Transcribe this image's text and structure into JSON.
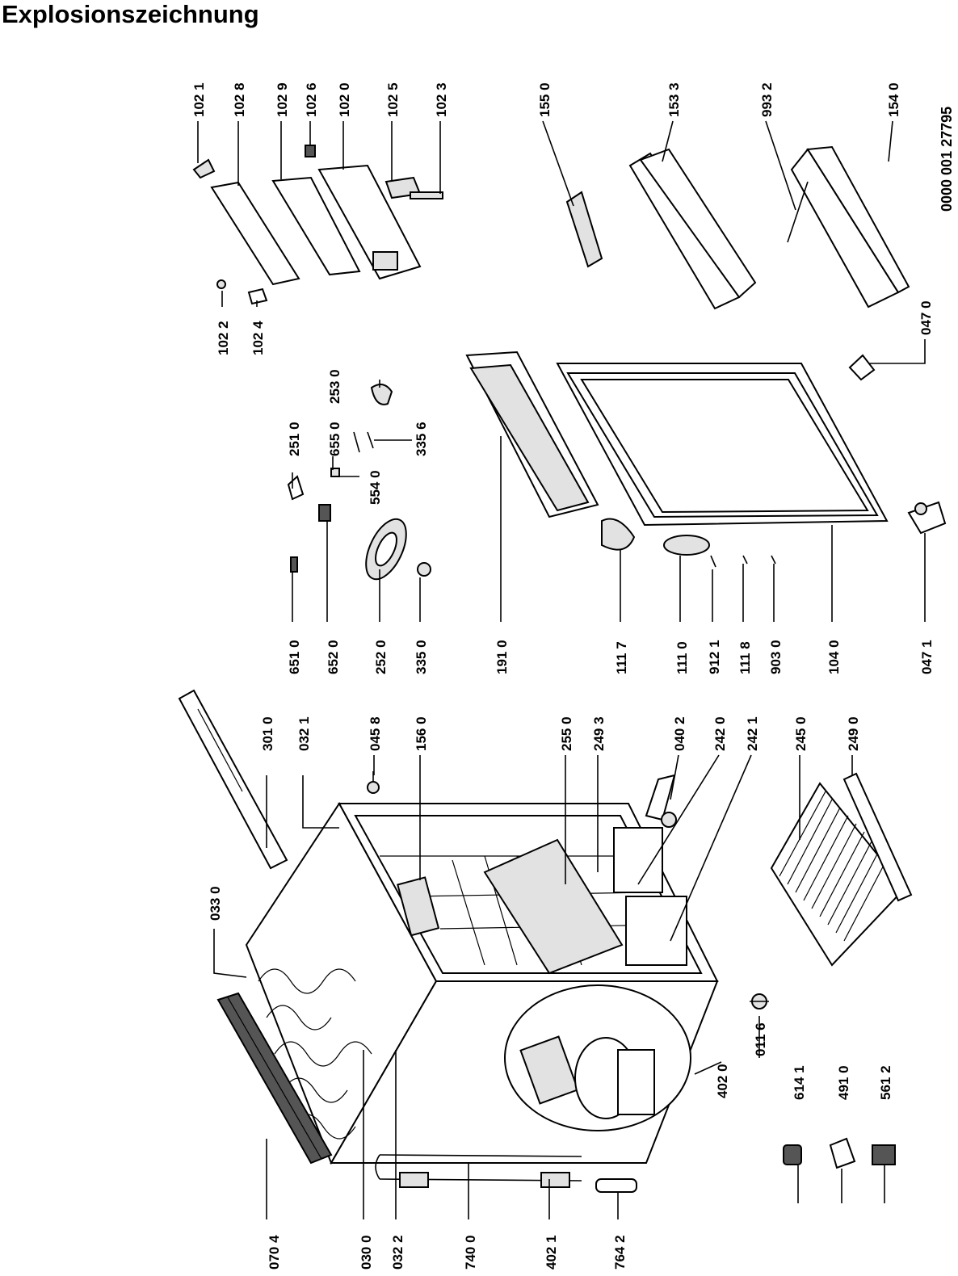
{
  "title": "Explosionszeichnung",
  "document_code": "0000 001 27795",
  "labels": {
    "p0704": "070 4",
    "p0300": "030 0",
    "p0322": "032 2",
    "p7400": "740 0",
    "p4021": "402 1",
    "p7642": "764 2",
    "p0330": "033 0",
    "p3010": "301 0",
    "p0321": "032 1",
    "p0458": "045 8",
    "p1560": "156 0",
    "p2550": "255 0",
    "p2493": "249 3",
    "p0402": "040 2",
    "p2420": "242 0",
    "p2421": "242 1",
    "p2450": "245 0",
    "p2490": "249 0",
    "p4020": "402 0",
    "p0116": "011 6",
    "p6141": "614 1",
    "p4910": "491 0",
    "p5612": "561 2",
    "p6510": "651 0",
    "p6520": "652 0",
    "p2520": "252 0",
    "p3350": "335 0",
    "p1910": "191 0",
    "p1117": "111 7",
    "p1110": "111 0",
    "p9121": "912 1",
    "p1118": "111 8",
    "p9030": "903 0",
    "p1040": "104 0",
    "p0471": "047 1",
    "p2510": "251 0",
    "p6550": "655 0",
    "p5540": "554 0",
    "p3356": "335 6",
    "p2530": "253 0",
    "p1022": "102 2",
    "p1024": "102 4",
    "p1021": "102 1",
    "p1028": "102 8",
    "p1029": "102 9",
    "p1026": "102 6",
    "p1020": "102 0",
    "p1025": "102 5",
    "p1023": "102 3",
    "p1550": "155 0",
    "p1533": "153 3",
    "p9932": "993 2",
    "p1540": "154 0",
    "p0470": "047 0"
  },
  "icons": [
    "refrigerator-cabinet",
    "door-panel",
    "compressor",
    "wire-shelf",
    "door-shelf",
    "egg-tray",
    "thermostat",
    "hinge"
  ]
}
